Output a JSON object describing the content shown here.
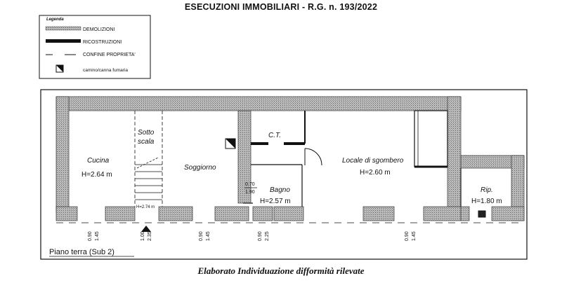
{
  "header": {
    "title": "ESECUZIONI IMMOBILIARI - R.G. n. 193/2022"
  },
  "legend": {
    "title": "Legenda",
    "items": [
      {
        "label": "DEMOLIZIONI",
        "icon": "hatched-bar-icon"
      },
      {
        "label": "RICOSTRUZIONI",
        "icon": "solid-bar-icon"
      },
      {
        "label": "CONFINE PROPRIETA'",
        "icon": "dashed-line-icon"
      },
      {
        "label": "camino/canna fumaria",
        "icon": "chimney-icon"
      }
    ]
  },
  "plan": {
    "title": "Piano terra (Sub 2)",
    "rooms": [
      {
        "name": "Cucina",
        "height": "H=2.64 m"
      },
      {
        "name": "Sotto",
        "name2": "scala"
      },
      {
        "name": "Soggiorno"
      },
      {
        "name": "C.T."
      },
      {
        "name": "Locale di sgombero",
        "height": "H=2.60 m"
      },
      {
        "name": "Bagno",
        "height": "H=2.57 m"
      },
      {
        "name": "Rip.",
        "height": "H=1.80 m"
      }
    ],
    "stair_height": "H=2.74 m",
    "bagno_window": {
      "top": "0.70",
      "bottom": "1.90"
    },
    "openings": [
      {
        "top": "0.90",
        "bottom": "1.45"
      },
      {
        "top": "1.00",
        "bottom": "2.35"
      },
      {
        "top": "0.90",
        "bottom": "1.45"
      },
      {
        "top": "0.90",
        "bottom": "2.25"
      },
      {
        "top": "0.90",
        "bottom": "1.45"
      }
    ]
  },
  "caption": "Elaborato Individuazione difformità rilevate"
}
